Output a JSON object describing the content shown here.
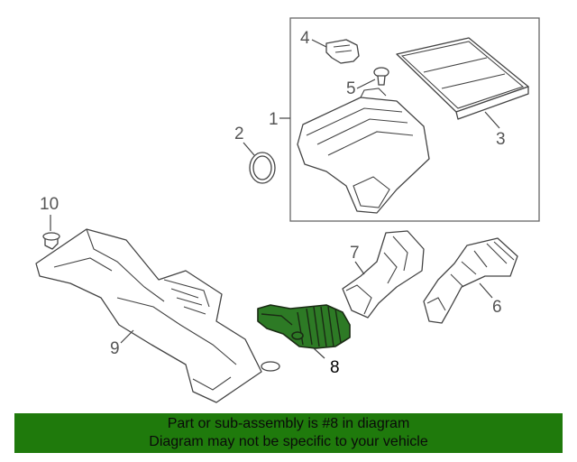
{
  "diagram": {
    "callouts": {
      "c1": "1",
      "c2": "2",
      "c3": "3",
      "c4": "4",
      "c5": "5",
      "c6": "6",
      "c7": "7",
      "c8": "8",
      "c9": "9",
      "c10": "10"
    },
    "highlighted_part": "8",
    "colors": {
      "highlight": "#2d7a25",
      "banner": "#1f7a0c",
      "lines": "#444444"
    }
  },
  "banner": {
    "line1": "Part or sub-assembly is #8 in diagram",
    "line2": "Diagram may not be specific to your vehicle"
  }
}
